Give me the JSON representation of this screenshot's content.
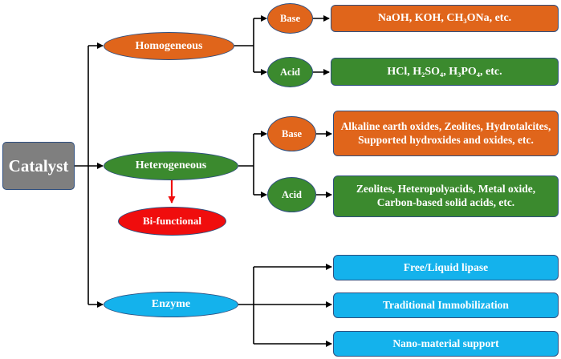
{
  "root": {
    "label": "Catalyst",
    "color": "#7f7f7f"
  },
  "colors": {
    "orange": "#e0651b",
    "green": "#3b8a2e",
    "blue": "#14b2ec",
    "red": "#f00d0d",
    "connector": "#000000"
  },
  "homogeneous": {
    "label": "Homogeneous",
    "base": {
      "label": "Base",
      "examples": "NaOH, KOH, CH₃ONa, etc."
    },
    "acid": {
      "label": "Acid",
      "examples": "HCl, H₂SO₄, H₃PO₄, etc."
    }
  },
  "heterogeneous": {
    "label": "Heterogeneous",
    "bifunctional": "Bi-functional",
    "base": {
      "label": "Base",
      "examples": "Alkaline earth oxides, Zeolites, Hydrotalcites, Supported hydroxides and oxides, etc."
    },
    "acid": {
      "label": "Acid",
      "examples": "Zeolites, Heteropolyacids, Metal oxide, Carbon-based solid acids, etc."
    }
  },
  "enzyme": {
    "label": "Enzyme",
    "options": [
      "Free/Liquid lipase",
      "Traditional Immobilization",
      "Nano-material support"
    ]
  }
}
